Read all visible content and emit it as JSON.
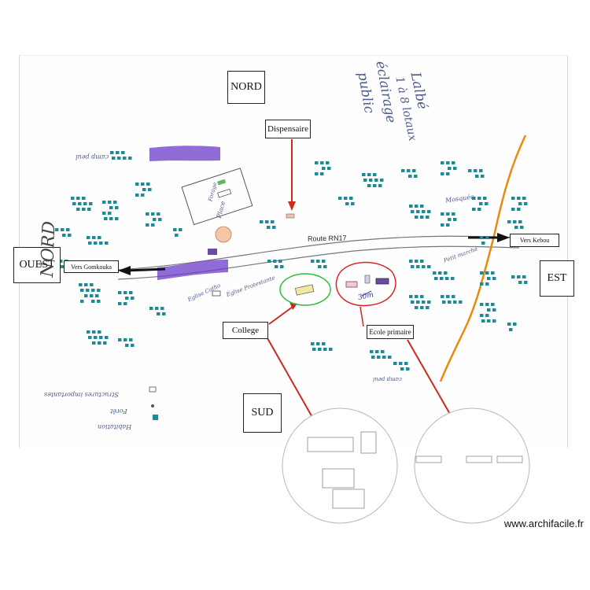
{
  "map": {
    "compass": {
      "north": "NORD",
      "south": "SUD",
      "east": "EST",
      "west": "OUEST"
    },
    "labels": {
      "dispensary": "Dispensaire",
      "college": "College",
      "primary_school": "Ecole primaire",
      "road": "Route RN17",
      "to_west": "Vers Gomkouka",
      "to_east": "Vers Kebou"
    },
    "handwritten": {
      "lighting_note_1": "Lalbé",
      "lighting_note_2": "1 à 8 lotaux",
      "lighting_note_3": "éclairage",
      "lighting_note_4": "public",
      "nord_vertical": "NORD",
      "distance": "30m",
      "camp_north": "camp peul",
      "camp_south": "camp peul",
      "mosque": "Mosquée",
      "eglise": "Eglise Protestante",
      "eglise_catholique": "Eglise Catho",
      "petit_marche": "Petit marché",
      "forage": "Forage",
      "place": "Place",
      "legend_1": "Habitation",
      "legend_2": "Forêt",
      "legend_3": "Structures importantes"
    },
    "colors": {
      "road_arrow": "#cc2a1a",
      "river": "#e88a0f",
      "college_ring": "#2fbf3b",
      "school_ring": "#d8222a",
      "vegetation": "#6b3cc8",
      "house": "#1e8a98"
    },
    "watermark": "www.archifacile.fr"
  }
}
